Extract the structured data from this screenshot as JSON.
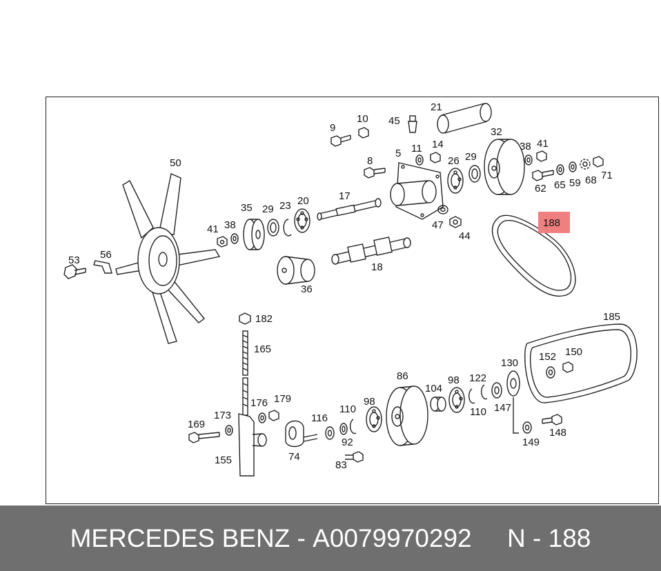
{
  "highlight": {
    "part": "188",
    "color": "#f08080"
  },
  "footer": {
    "brand": "MERCEDES BENZ",
    "separator": "-",
    "part_number": "A0079970292",
    "ref_prefix": "N",
    "ref_sep": "-",
    "ref_number": "188"
  },
  "labels": {
    "l9": "9",
    "l10": "10",
    "l45": "45",
    "l21": "21",
    "l32": "32",
    "l8": "8",
    "l5": "5",
    "l11": "11",
    "l14": "14",
    "l26": "26",
    "l29a": "29",
    "l38a": "38",
    "l41a": "41",
    "l62": "62",
    "l65": "65",
    "l59": "59",
    "l68": "68",
    "l71": "71",
    "l50": "50",
    "l17": "17",
    "l47": "47",
    "l44": "44",
    "l188": "188",
    "l35": "35",
    "l29b": "29",
    "l23": "23",
    "l20": "20",
    "l41b": "41",
    "l38b": "38",
    "l18": "18",
    "l36": "36",
    "l53": "53",
    "l56": "56",
    "l182": "182",
    "l165": "165",
    "l185": "185",
    "l152": "152",
    "l150": "150",
    "l86": "86",
    "l104": "104",
    "l98a": "98",
    "l122": "122",
    "l130": "130",
    "l110a": "110",
    "l147": "147",
    "l149": "149",
    "l148": "148",
    "l176": "176",
    "l179": "179",
    "l173": "173",
    "l169": "169",
    "l155": "155",
    "l74": "74",
    "l116": "116",
    "l110b": "110",
    "l98b": "98",
    "l92": "92",
    "l83": "83"
  }
}
